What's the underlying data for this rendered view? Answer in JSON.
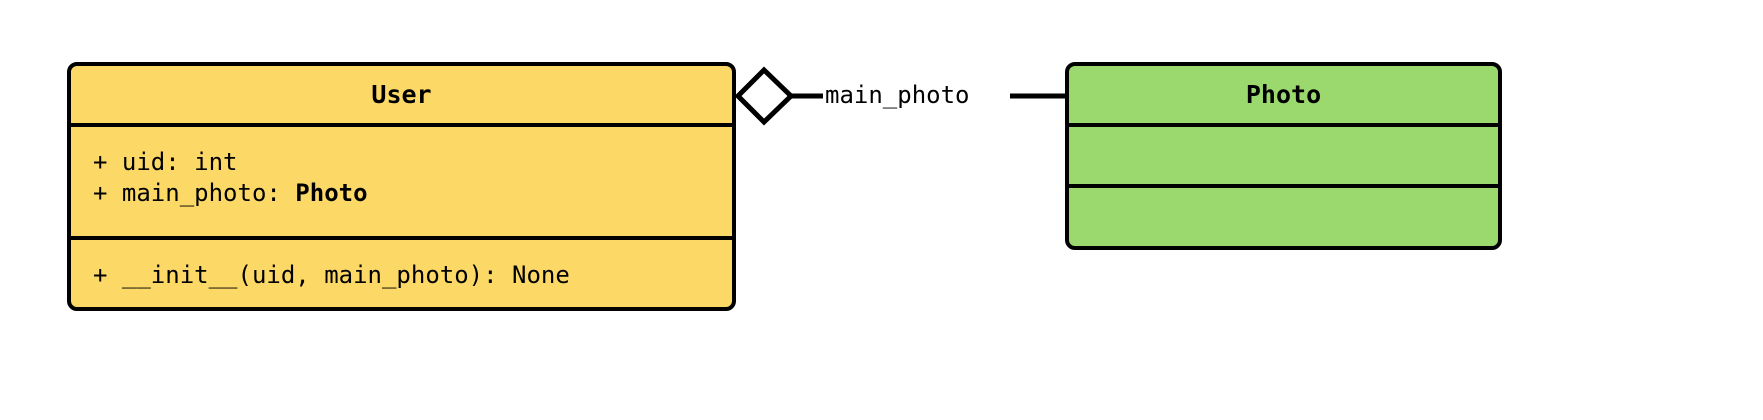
{
  "diagram": {
    "type": "uml-class-diagram",
    "background_color": "#ffffff",
    "line_color": "#000000"
  },
  "classes": [
    {
      "id": "user",
      "name": "User",
      "fill_color": "#FCD966",
      "attributes": [
        {
          "visibility": "+",
          "text": "+ uid: int",
          "prefix": "+ uid: int",
          "type_ref": ""
        },
        {
          "visibility": "+",
          "text": "+ main_photo: Photo",
          "prefix": "+ main_photo: ",
          "type_ref": "Photo"
        }
      ],
      "operations": [
        {
          "visibility": "+",
          "text": "+ __init__(uid, main_photo): None"
        }
      ]
    },
    {
      "id": "photo",
      "name": "Photo",
      "fill_color": "#9BD96E",
      "attributes": [],
      "operations": []
    }
  ],
  "relationship": {
    "kind": "aggregation",
    "label": "main_photo",
    "source": "User",
    "target": "Photo",
    "diamond_filled": false,
    "diamond_fill_color": "#ffffff"
  }
}
